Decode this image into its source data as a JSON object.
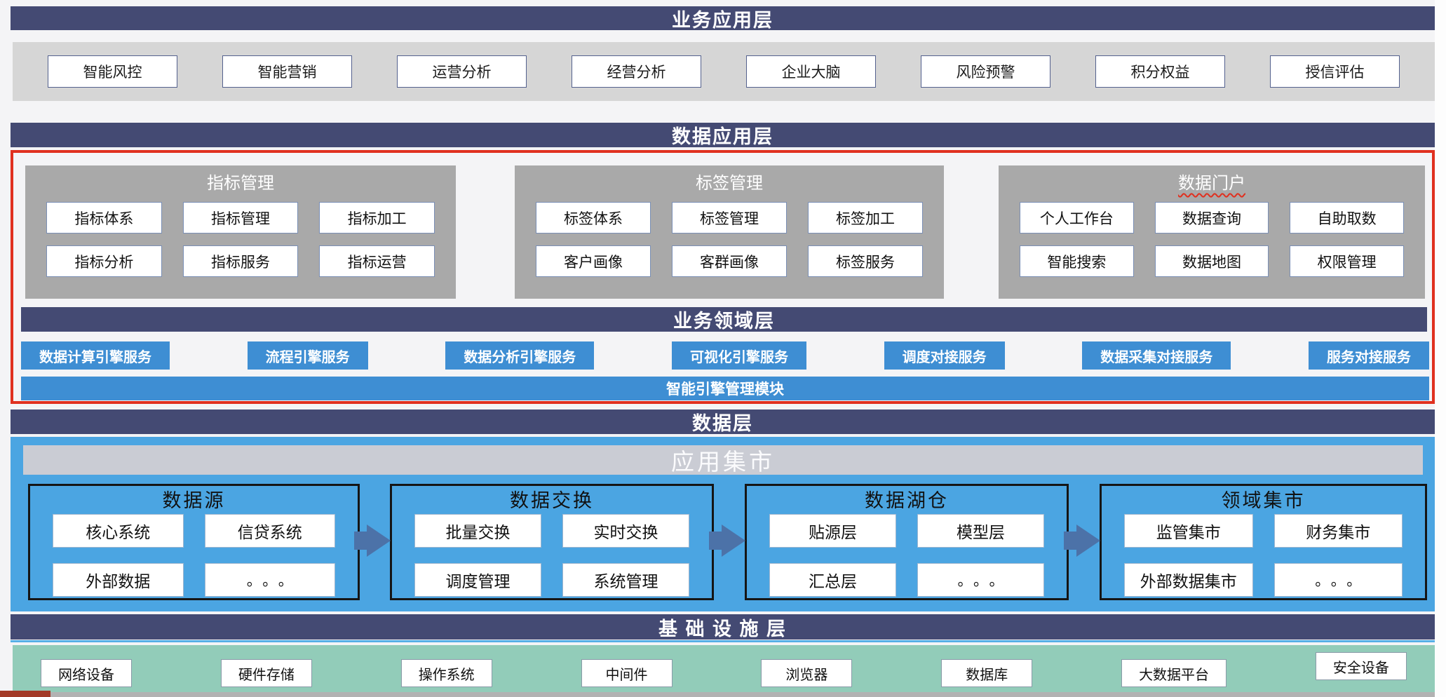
{
  "business_app_layer": {
    "title": "业务应用层",
    "items": [
      "智能风控",
      "智能营销",
      "运营分析",
      "经营分析",
      "企业大脑",
      "风险预警",
      "积分权益",
      "授信评估"
    ]
  },
  "data_app_layer": {
    "title": "数据应用层",
    "panels": [
      {
        "title": "指标管理",
        "items": [
          "指标体系",
          "指标管理",
          "指标加工",
          "指标分析",
          "指标服务",
          "指标运营"
        ]
      },
      {
        "title": "标签管理",
        "items": [
          "标签体系",
          "标签管理",
          "标签加工",
          "客户画像",
          "客群画像",
          "标签服务"
        ]
      },
      {
        "title": "数据门户",
        "items": [
          "个人工作台",
          "数据查询",
          "自助取数",
          "智能搜索",
          "数据地图",
          "权限管理"
        ]
      }
    ]
  },
  "business_domain_layer": {
    "title": "业务领域层",
    "services": [
      "数据计算引擎服务",
      "流程引擎服务",
      "数据分析引擎服务",
      "可视化引擎服务",
      "调度对接服务",
      "数据采集对接服务",
      "服务对接服务"
    ],
    "engine_bar": "智能引擎管理模块"
  },
  "data_layer": {
    "title": "数据层",
    "mart_title": "应用集市",
    "panels": [
      {
        "title": "数据源",
        "items": [
          "核心系统",
          "信贷系统",
          "外部数据",
          "。。。"
        ]
      },
      {
        "title": "数据交换",
        "items": [
          "批量交换",
          "实时交换",
          "调度管理",
          "系统管理"
        ]
      },
      {
        "title": "数据湖仓",
        "items": [
          "贴源层",
          "模型层",
          "汇总层",
          "。。。"
        ]
      },
      {
        "title": "领域集市",
        "items": [
          "监管集市",
          "财务集市",
          "外部数据集市",
          "。。。"
        ]
      }
    ]
  },
  "infrastructure_layer": {
    "title": "基 础 设 施 层",
    "items": [
      "网络设备",
      "硬件存储",
      "操作系统",
      "中间件",
      "浏览器",
      "数据库",
      "大数据平台",
      "安全设备"
    ]
  },
  "colors": {
    "header_navy": "#444a73",
    "band_gray": "#d6d6d6",
    "panel_gray": "#a9a9a9",
    "accent_red": "#e0301f",
    "service_blue": "#3e8ed3",
    "region_blue": "#4ba5e2",
    "mart_bar_gray": "#caccd4",
    "infra_green": "#92ccb9",
    "arrow_blue": "#4c72a8",
    "bottom_strip_gray": "#b2b2b2",
    "bottom_red": "#a33a27"
  }
}
